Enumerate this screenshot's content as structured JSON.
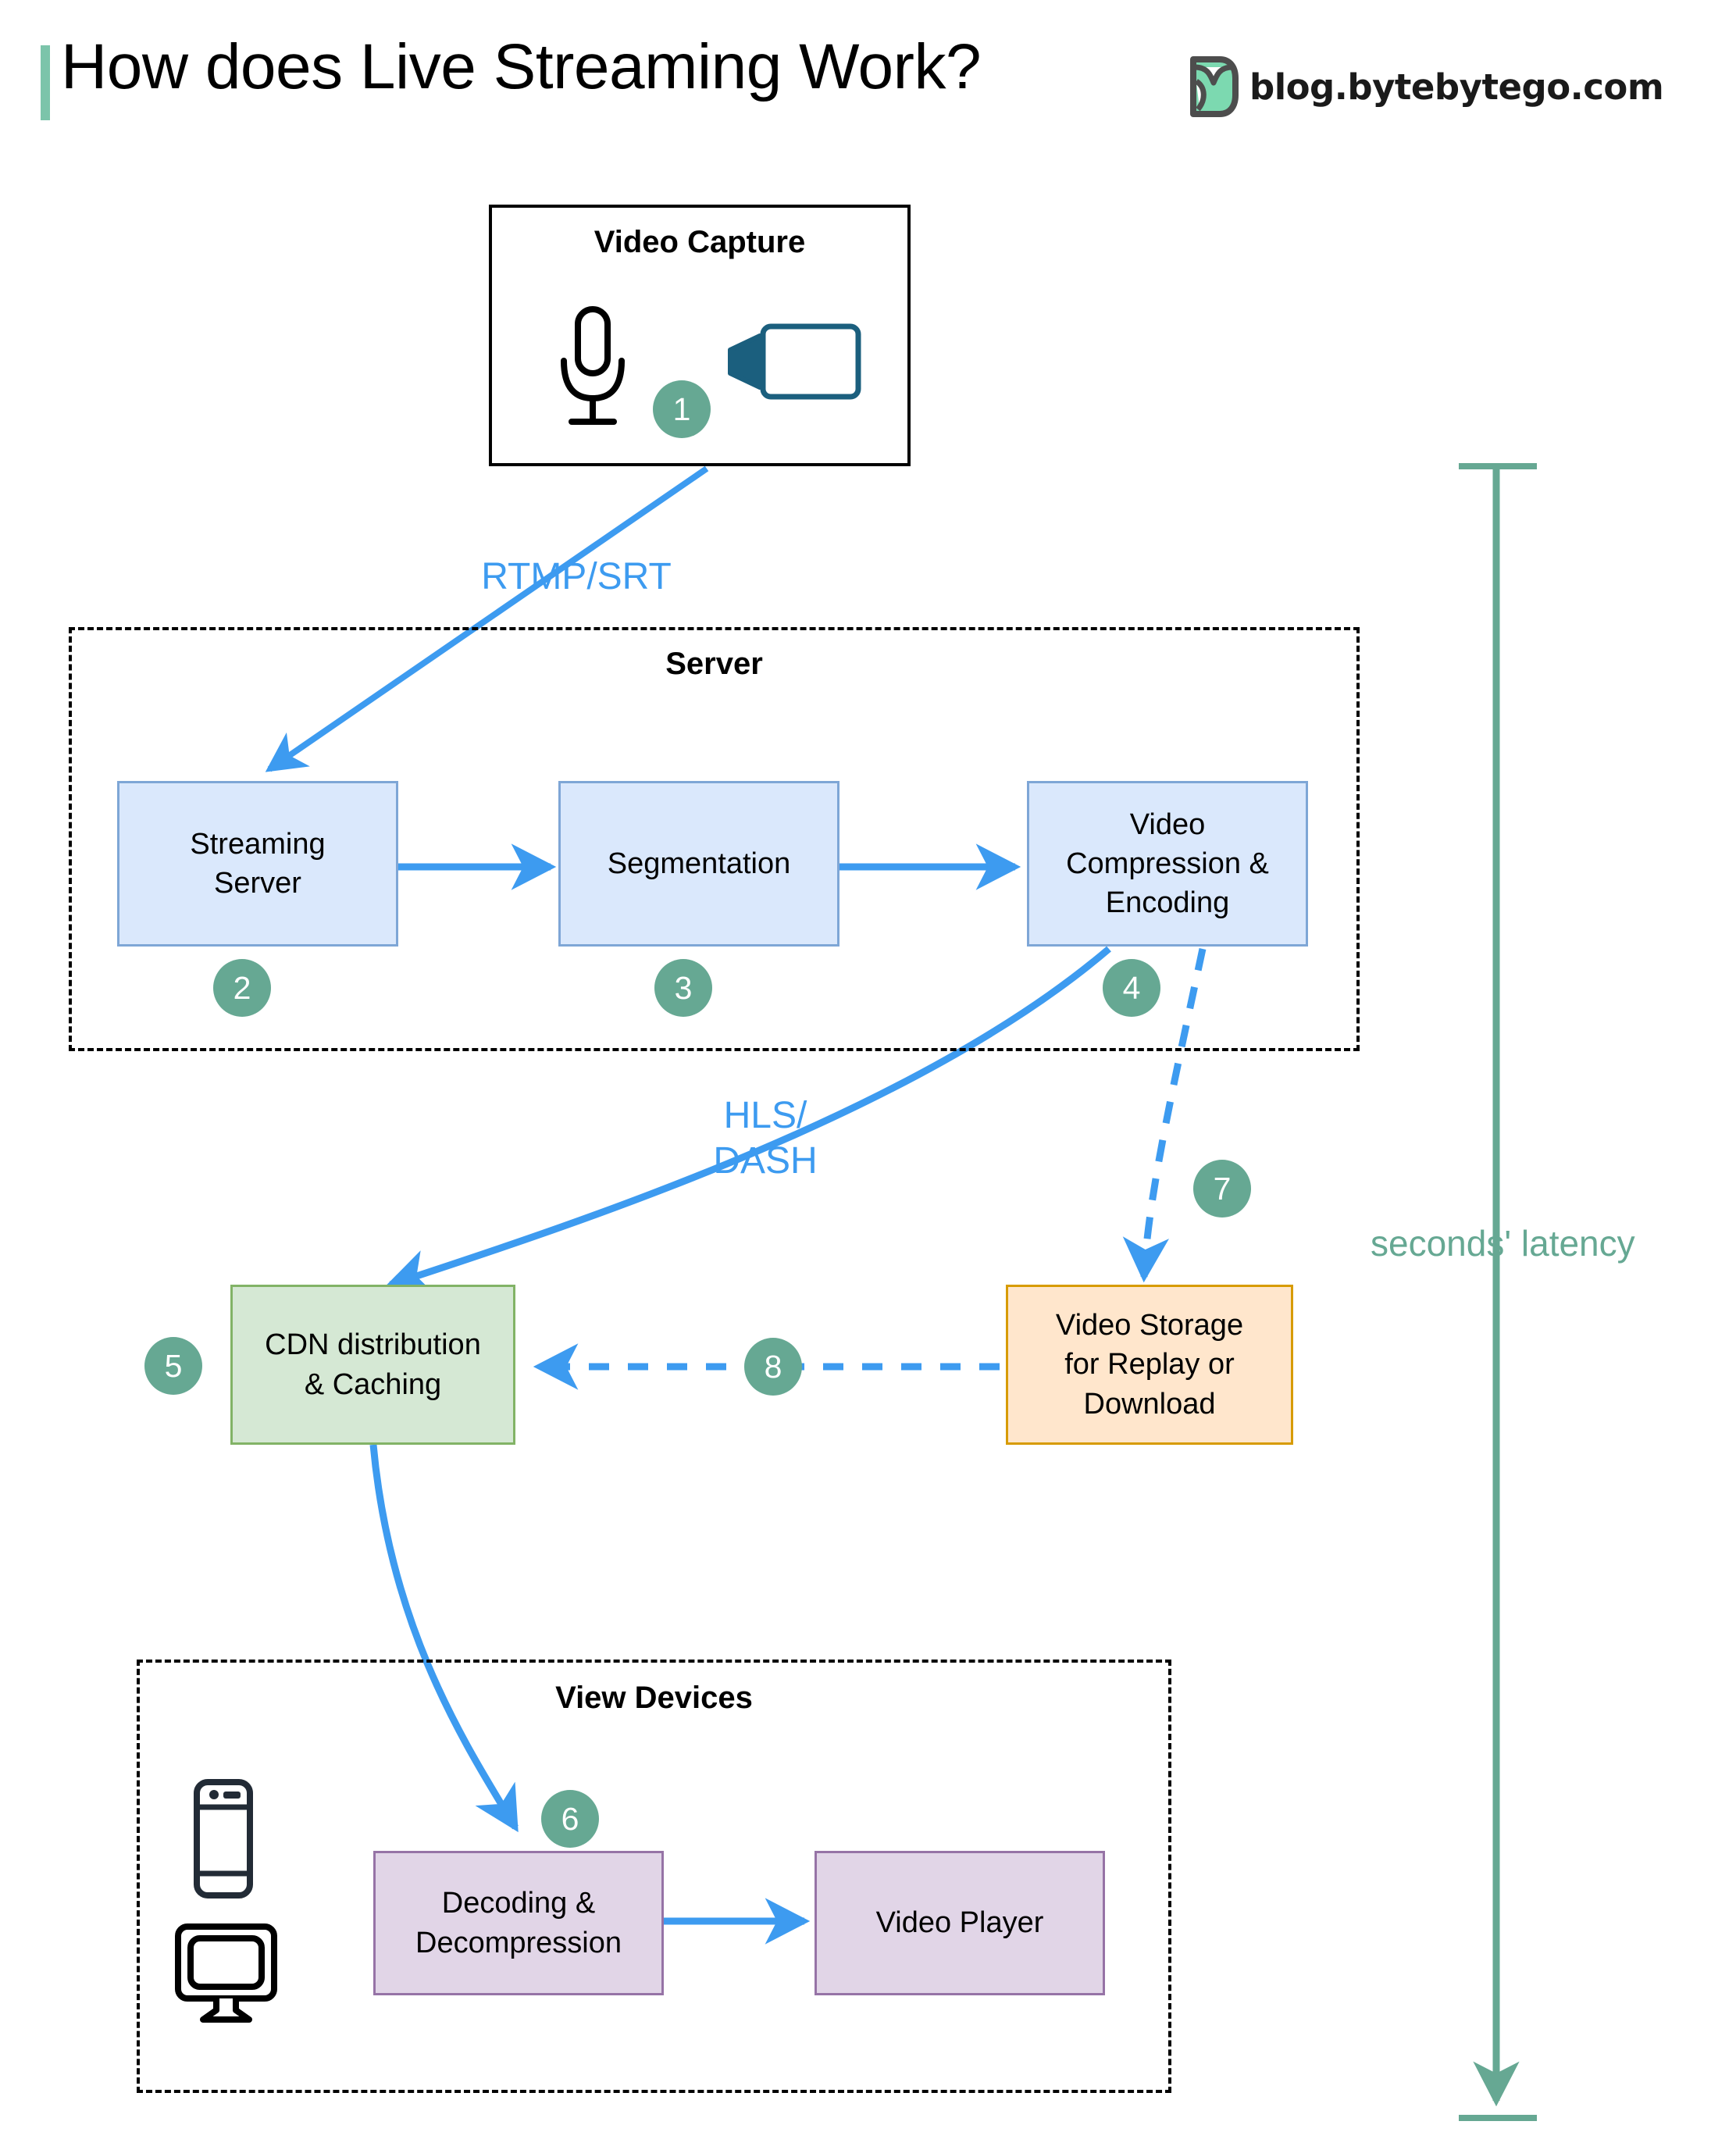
{
  "header": {
    "title": "How does Live Streaming Work?",
    "brand_text": "blog.bytebytego.com",
    "accent_color": "#7cc4aa"
  },
  "colors": {
    "blue_fill": "#dae8fc",
    "blue_stroke": "#7ea6d6",
    "green_fill": "#d5e8d4",
    "green_stroke": "#82b366",
    "orange_fill": "#ffe6cc",
    "orange_stroke": "#d79b00",
    "purple_fill": "#e1d5e7",
    "purple_stroke": "#9673a6",
    "arrow_blue": "#3d9bf0",
    "badge_green": "#66a893",
    "camera_teal": "#1b5f7e"
  },
  "groups": {
    "video_capture": {
      "title": "Video Capture"
    },
    "server": {
      "title": "Server"
    },
    "view_devices": {
      "title": "View Devices"
    }
  },
  "nodes": {
    "streaming_server": {
      "label": "Streaming\nServer"
    },
    "segmentation": {
      "label": "Segmentation"
    },
    "video_compression": {
      "label": "Video\nCompression &\nEncoding"
    },
    "cdn": {
      "label": "CDN distribution\n& Caching"
    },
    "video_storage": {
      "label": "Video Storage\nfor Replay or\nDownload"
    },
    "decoding": {
      "label": "Decoding &\nDecompression"
    },
    "video_player": {
      "label": "Video Player"
    }
  },
  "steps": {
    "s1": "1",
    "s2": "2",
    "s3": "3",
    "s4": "4",
    "s5": "5",
    "s6": "6",
    "s7": "7",
    "s8": "8"
  },
  "edge_labels": {
    "rtmp_srt": "RTMP/SRT",
    "hls_dash": "HLS/\nDASH"
  },
  "annotations": {
    "latency": "seconds' latency"
  },
  "icons": {
    "microphone": "microphone-icon",
    "camera": "camera-icon",
    "mobile": "mobile-device-icon",
    "monitor": "desktop-monitor-icon",
    "brand": "bytebytego-logo-icon"
  }
}
